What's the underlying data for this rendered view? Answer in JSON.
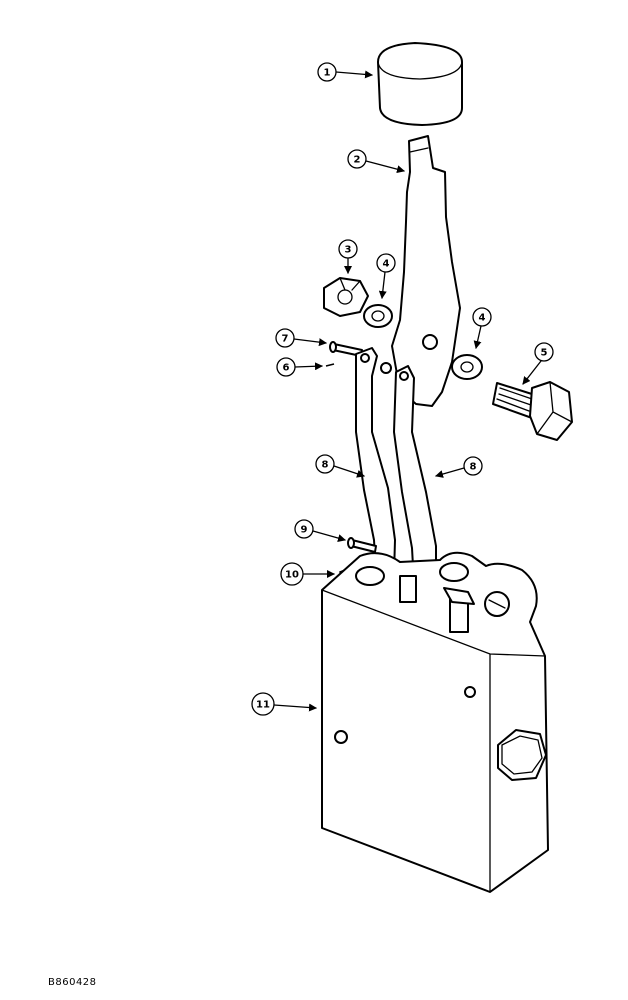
{
  "callouts": [
    {
      "id": "c1",
      "label": "1",
      "part": "knob"
    },
    {
      "id": "c2",
      "label": "2",
      "part": "lever"
    },
    {
      "id": "c3",
      "label": "3",
      "part": "nut"
    },
    {
      "id": "c4a",
      "label": "4",
      "part": "washer-left"
    },
    {
      "id": "c4b",
      "label": "4",
      "part": "washer-right"
    },
    {
      "id": "c5",
      "label": "5",
      "part": "bolt"
    },
    {
      "id": "c6",
      "label": "6",
      "part": "cotter-pin-upper"
    },
    {
      "id": "c7",
      "label": "7",
      "part": "clevis-pin-upper"
    },
    {
      "id": "c8a",
      "label": "8",
      "part": "link-left"
    },
    {
      "id": "c8b",
      "label": "8",
      "part": "link-right"
    },
    {
      "id": "c9",
      "label": "9",
      "part": "clevis-pin-lower"
    },
    {
      "id": "c10",
      "label": "10",
      "part": "cotter-pin-lower"
    },
    {
      "id": "c11",
      "label": "11",
      "part": "valve-body"
    }
  ],
  "figure_id": "B860428"
}
